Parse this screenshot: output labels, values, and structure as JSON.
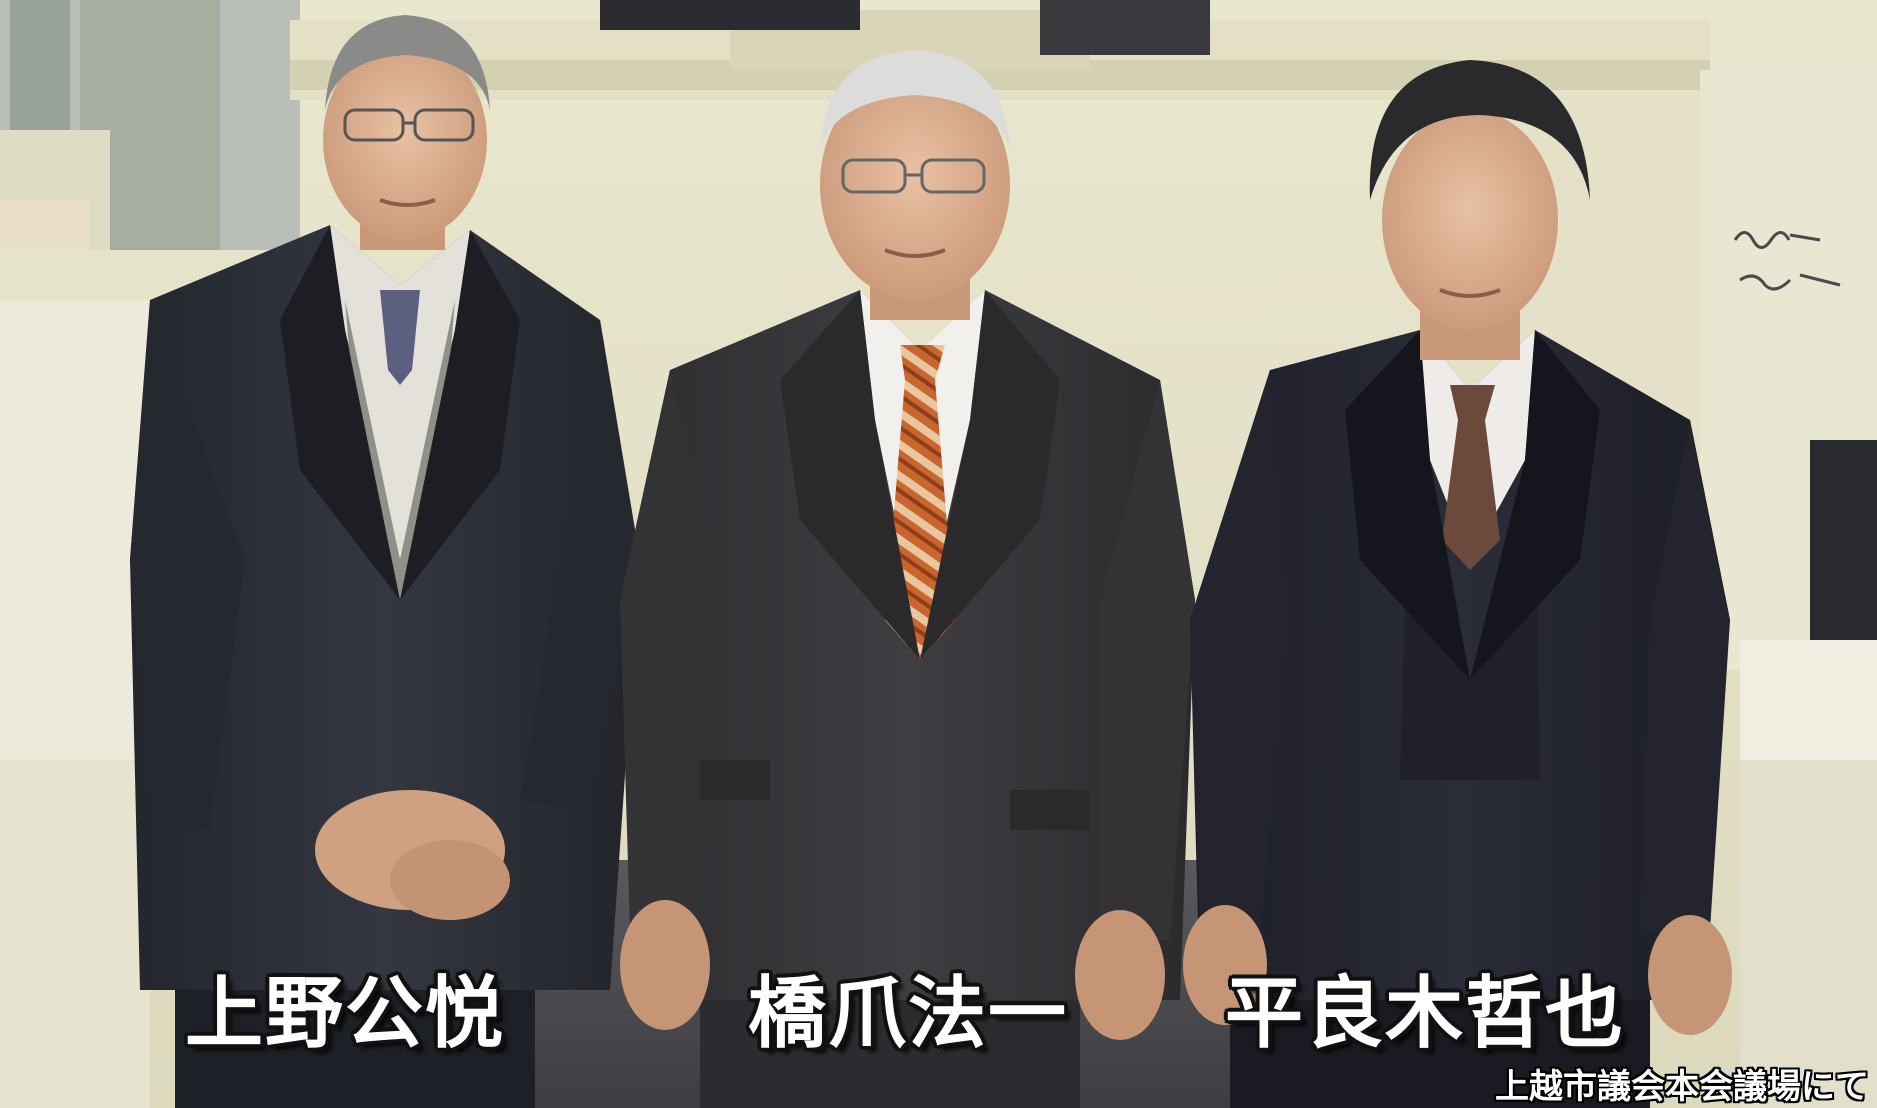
{
  "names": {
    "left": "上野公悦",
    "center": "橋爪法一",
    "right": "平良木哲也"
  },
  "caption": "上越市議会本会議場にて",
  "colors": {
    "label_text": "#ffffff",
    "label_outline": "#111111"
  }
}
